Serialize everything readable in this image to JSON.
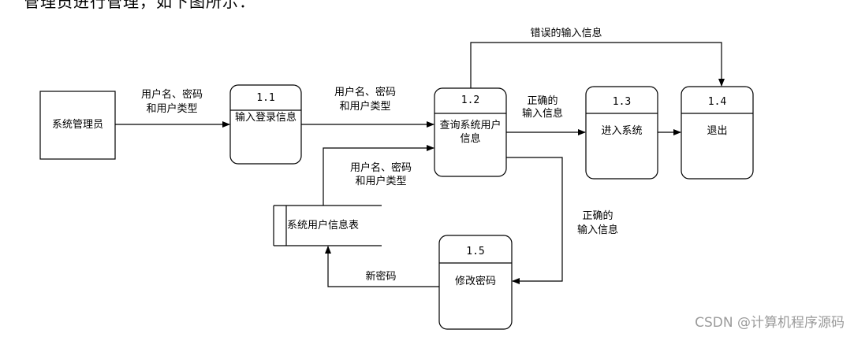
{
  "top_text": "管理员进行管理，如下图所示：",
  "nodes": {
    "admin": "系统管理员",
    "p11": {
      "num": "1.1",
      "label": "输入登录信息"
    },
    "p12": {
      "num": "1.2",
      "label": "查询系统用户信息"
    },
    "p13": {
      "num": "1.3",
      "label": "进入系统"
    },
    "p14": {
      "num": "1.4",
      "label": "退出"
    },
    "p15": {
      "num": "1.5",
      "label": "修改密码"
    },
    "store": "系统用户信息表"
  },
  "flows": {
    "admin_to_p11_a": "用户名、密码",
    "admin_to_p11_b": "和用户类型",
    "p11_to_p12_a": "用户名、密码",
    "p11_to_p12_b": "和用户类型",
    "store_to_p12_a": "用户名、密码",
    "store_to_p12_b": "和用户类型",
    "p12_to_p13_a": "正确的",
    "p12_to_p13_b": "输入信息",
    "p12_to_p14": "错误的输入信息",
    "p12_to_p15_a": "正确的",
    "p12_to_p15_b": "输入信息",
    "p15_to_store": "新密码"
  },
  "watermark": "CSDN @计算机程序源码"
}
